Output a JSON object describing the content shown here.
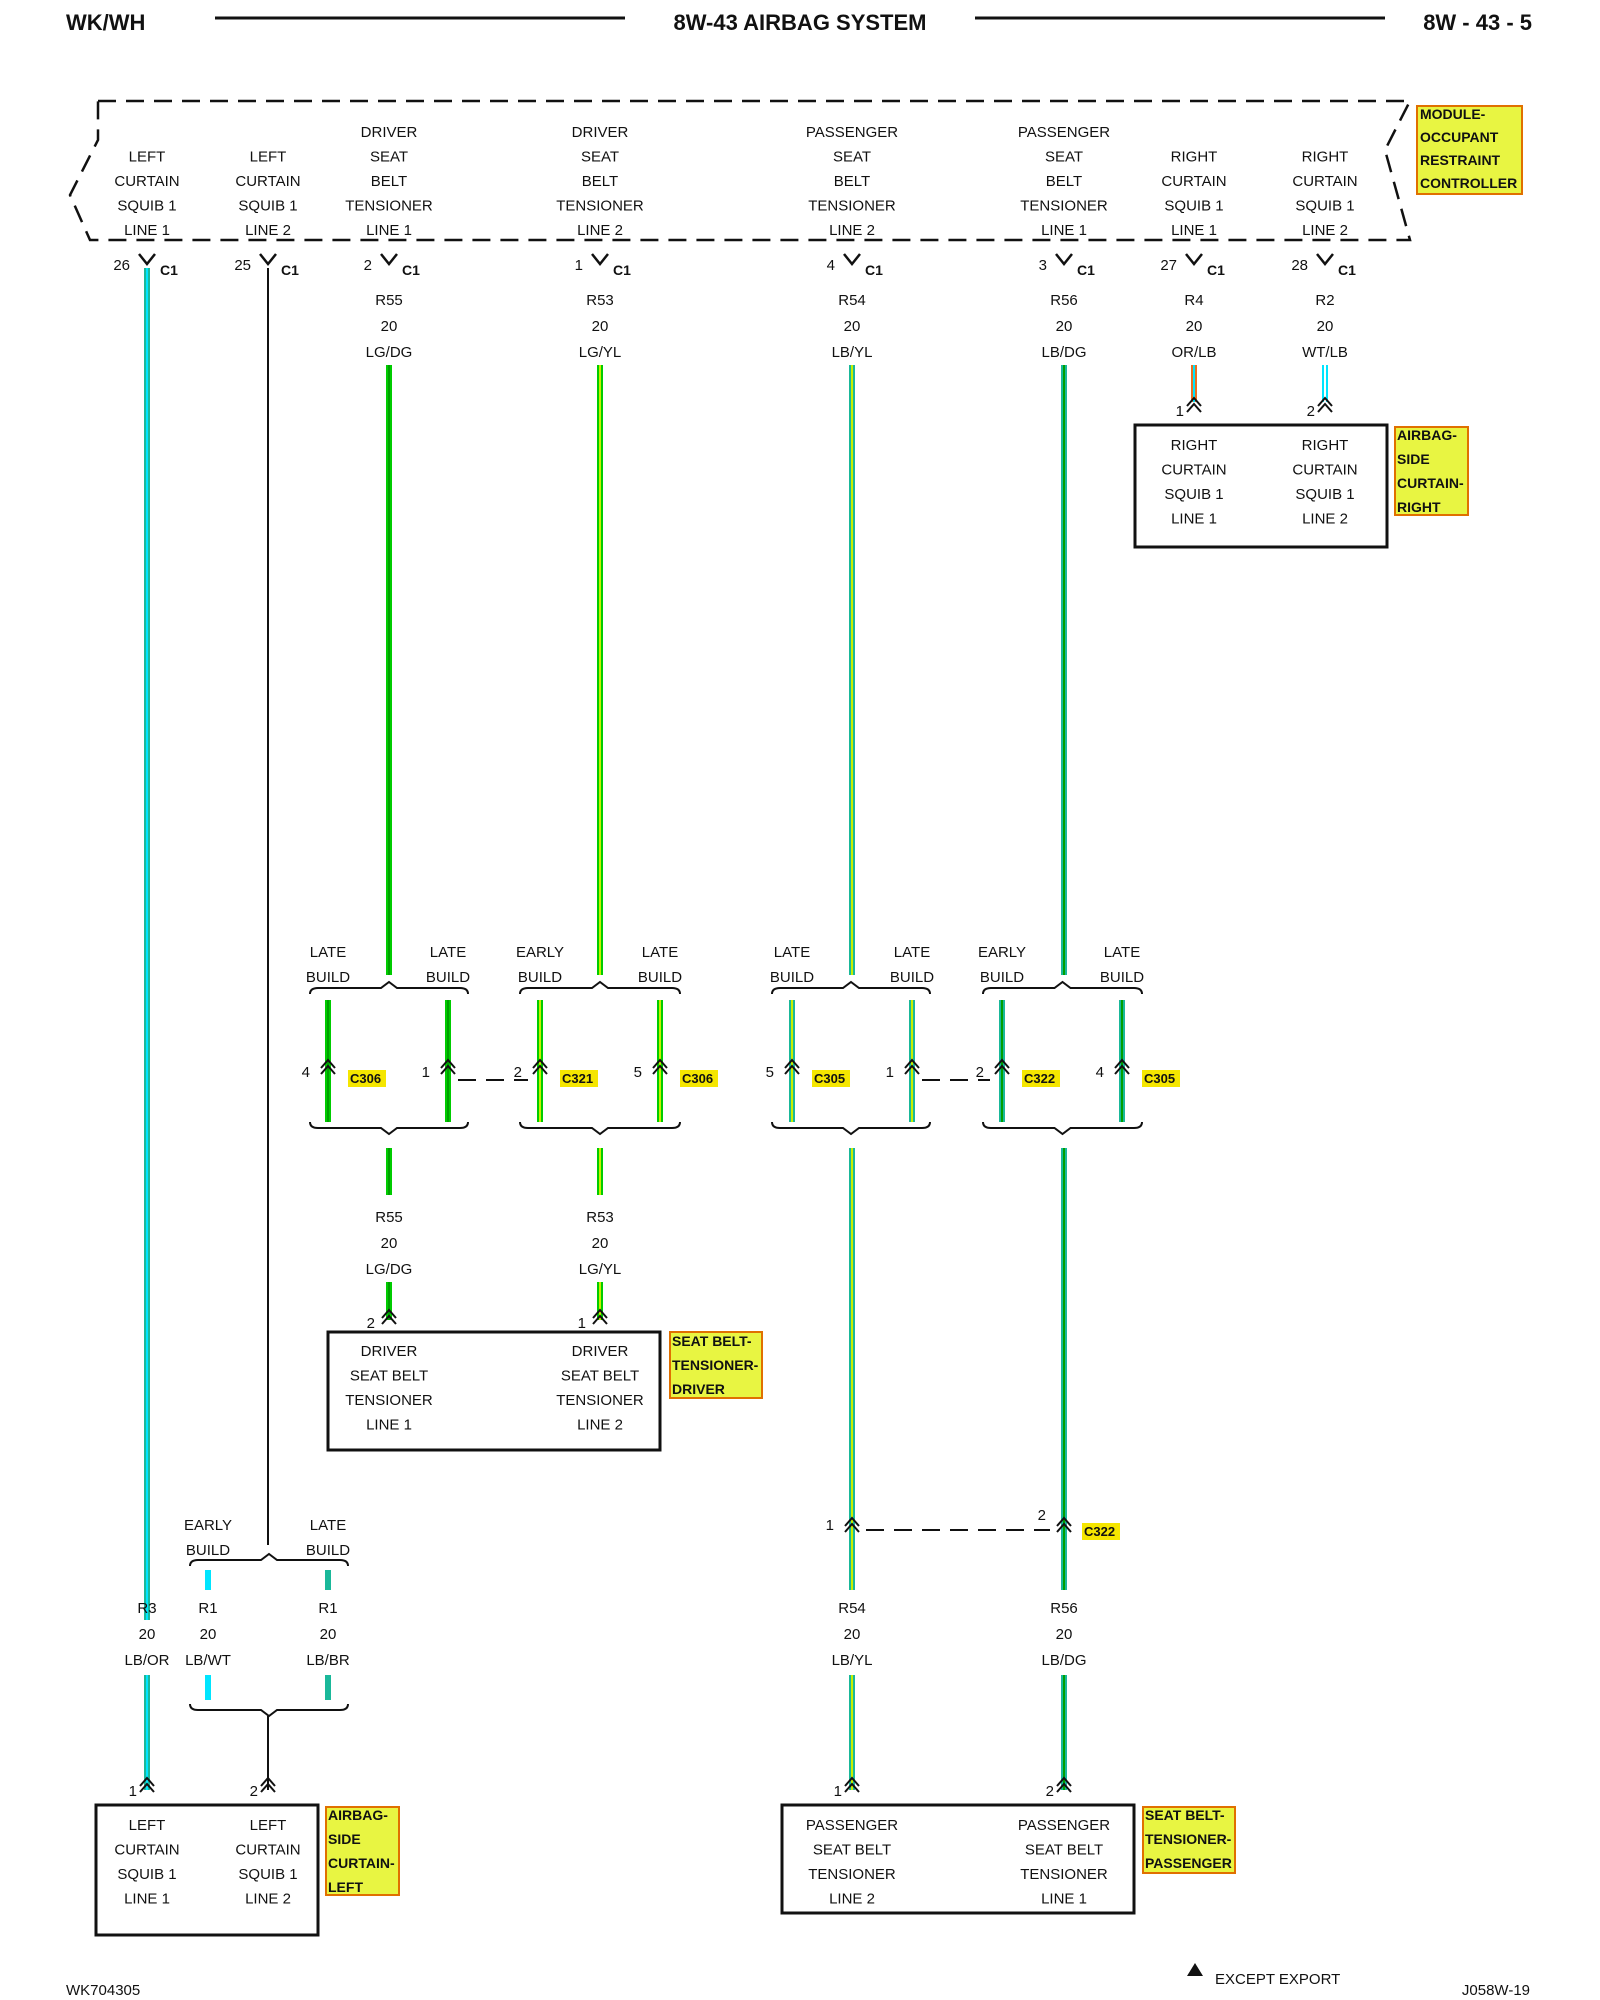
{
  "header": {
    "left": "WK/WH",
    "title": "8W-43 AIRBAG SYSTEM",
    "page": "8W - 43 - 5"
  },
  "footer": {
    "left": "WK704305",
    "legend": "EXCEPT EXPORT",
    "right": "J058W-19"
  },
  "colors": {
    "wire_green": "#00cc00",
    "wire_light_blue": "#00e5ff",
    "wire_teal": "#1ab89a",
    "wire_orange": "#e87020",
    "label_fill": "#e8f542",
    "label_border": "#e07000",
    "connector_label_fill": "#f5e600"
  },
  "controller": {
    "label": [
      "MODULE-",
      "OCCUPANT",
      "RESTRAINT",
      "CONTROLLER"
    ],
    "pins": [
      {
        "lines": [
          "",
          "LEFT",
          "CURTAIN",
          "SQUIB 1",
          "LINE 1"
        ],
        "pin": "26",
        "conn": "C1"
      },
      {
        "lines": [
          "",
          "LEFT",
          "CURTAIN",
          "SQUIB 1",
          "LINE 2"
        ],
        "pin": "25",
        "conn": "C1"
      },
      {
        "lines": [
          "DRIVER",
          "SEAT",
          "BELT",
          "TENSIONER",
          "LINE 1"
        ],
        "pin": "2",
        "conn": "C1"
      },
      {
        "lines": [
          "DRIVER",
          "SEAT",
          "BELT",
          "TENSIONER",
          "LINE 2"
        ],
        "pin": "1",
        "conn": "C1"
      },
      {
        "lines": [
          "PASSENGER",
          "SEAT",
          "BELT",
          "TENSIONER",
          "LINE 2"
        ],
        "pin": "4",
        "conn": "C1"
      },
      {
        "lines": [
          "PASSENGER",
          "SEAT",
          "BELT",
          "TENSIONER",
          "LINE 1"
        ],
        "pin": "3",
        "conn": "C1"
      },
      {
        "lines": [
          "",
          "RIGHT",
          "CURTAIN",
          "SQUIB 1",
          "LINE 1"
        ],
        "pin": "27",
        "conn": "C1"
      },
      {
        "lines": [
          "",
          "RIGHT",
          "CURTAIN",
          "SQUIB 1",
          "LINE 2"
        ],
        "pin": "28",
        "conn": "C1"
      }
    ]
  },
  "wire_labels": [
    {
      "id": "r55-top",
      "lines": [
        "R55",
        "20",
        "LG/DG"
      ]
    },
    {
      "id": "r53-top",
      "lines": [
        "R53",
        "20",
        "LG/YL"
      ]
    },
    {
      "id": "r54-top",
      "lines": [
        "R54",
        "20",
        "LB/YL"
      ]
    },
    {
      "id": "r56-top",
      "lines": [
        "R56",
        "20",
        "LB/DG"
      ]
    },
    {
      "id": "r4-top",
      "lines": [
        "R4",
        "20",
        "OR/LB"
      ]
    },
    {
      "id": "r2-top",
      "lines": [
        "R2",
        "20",
        "WT/LB"
      ]
    },
    {
      "id": "r55-bot",
      "lines": [
        "R55",
        "20",
        "LG/DG"
      ]
    },
    {
      "id": "r53-bot",
      "lines": [
        "R53",
        "20",
        "LG/YL"
      ]
    },
    {
      "id": "r3",
      "lines": [
        "R3",
        "20",
        "LB/OR"
      ]
    },
    {
      "id": "r1-early",
      "lines": [
        "R1",
        "20",
        "LB/WT"
      ]
    },
    {
      "id": "r1-late",
      "lines": [
        "R1",
        "20",
        "LB/BR"
      ]
    },
    {
      "id": "r54-bot",
      "lines": [
        "R54",
        "20",
        "LB/YL"
      ]
    },
    {
      "id": "r56-bot",
      "lines": [
        "R56",
        "20",
        "LB/DG"
      ]
    }
  ],
  "builds": {
    "late": [
      "LATE",
      "BUILD"
    ],
    "early": [
      "EARLY",
      "BUILD"
    ]
  },
  "connectors": [
    {
      "id": "c306-a",
      "pin": "4",
      "name": "C306"
    },
    {
      "id": "c306-b-left",
      "pin": "1",
      "name": ""
    },
    {
      "id": "c321",
      "pin": "2",
      "name": "C321"
    },
    {
      "id": "c306-c",
      "pin": "5",
      "name": "C306"
    },
    {
      "id": "c305-a",
      "pin": "5",
      "name": "C305"
    },
    {
      "id": "c305-b-left",
      "pin": "1",
      "name": ""
    },
    {
      "id": "c322-a",
      "pin": "2",
      "name": "C322"
    },
    {
      "id": "c305-c",
      "pin": "4",
      "name": "C305"
    },
    {
      "id": "c322-b-left",
      "pin": "1",
      "name": ""
    },
    {
      "id": "c322-b",
      "pin": "2",
      "name": "C322"
    }
  ],
  "components": {
    "curtain_right": {
      "label": [
        "AIRBAG-",
        "SIDE",
        "CURTAIN-",
        "RIGHT"
      ],
      "pins": [
        "1",
        "2"
      ],
      "col1": [
        "RIGHT",
        "CURTAIN",
        "SQUIB 1",
        "LINE 1"
      ],
      "col2": [
        "RIGHT",
        "CURTAIN",
        "SQUIB 1",
        "LINE 2"
      ]
    },
    "tensioner_driver": {
      "label": [
        "SEAT BELT-",
        "TENSIONER-",
        "DRIVER"
      ],
      "pins": [
        "2",
        "1"
      ],
      "col1": [
        "DRIVER",
        "SEAT BELT",
        "TENSIONER",
        "LINE 1"
      ],
      "col2": [
        "DRIVER",
        "SEAT BELT",
        "TENSIONER",
        "LINE 2"
      ]
    },
    "curtain_left": {
      "label": [
        "AIRBAG-",
        "SIDE",
        "CURTAIN-",
        "LEFT"
      ],
      "pins": [
        "1",
        "2"
      ],
      "col1": [
        "LEFT",
        "CURTAIN",
        "SQUIB 1",
        "LINE 1"
      ],
      "col2": [
        "LEFT",
        "CURTAIN",
        "SQUIB 1",
        "LINE 2"
      ]
    },
    "tensioner_passenger": {
      "label": [
        "SEAT BELT-",
        "TENSIONER-",
        "PASSENGER"
      ],
      "pins": [
        "1",
        "2"
      ],
      "col1": [
        "PASSENGER",
        "SEAT BELT",
        "TENSIONER",
        "LINE 2"
      ],
      "col2": [
        "PASSENGER",
        "SEAT BELT",
        "TENSIONER",
        "LINE 1"
      ]
    }
  }
}
